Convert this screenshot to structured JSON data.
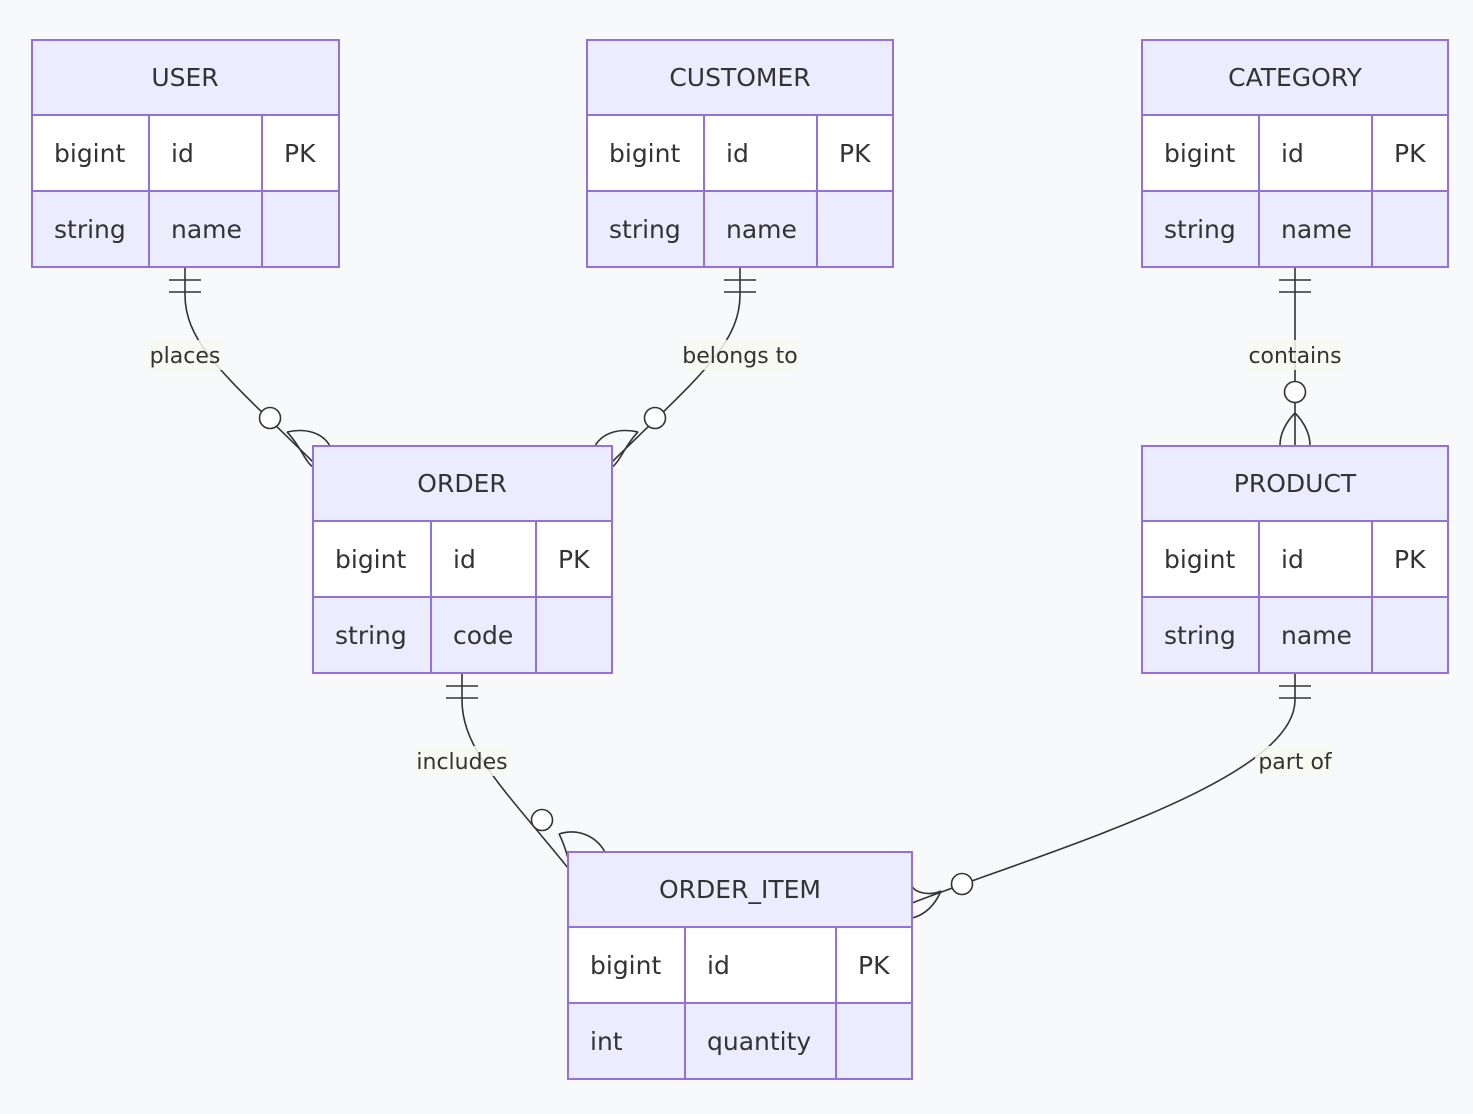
{
  "entities": [
    {
      "id": "user",
      "name": "USER",
      "attributes": [
        {
          "type": "bigint",
          "name": "id",
          "key": "PK"
        },
        {
          "type": "string",
          "name": "name",
          "key": ""
        }
      ]
    },
    {
      "id": "customer",
      "name": "CUSTOMER",
      "attributes": [
        {
          "type": "bigint",
          "name": "id",
          "key": "PK"
        },
        {
          "type": "string",
          "name": "name",
          "key": ""
        }
      ]
    },
    {
      "id": "category",
      "name": "CATEGORY",
      "attributes": [
        {
          "type": "bigint",
          "name": "id",
          "key": "PK"
        },
        {
          "type": "string",
          "name": "name",
          "key": ""
        }
      ]
    },
    {
      "id": "order",
      "name": "ORDER",
      "attributes": [
        {
          "type": "bigint",
          "name": "id",
          "key": "PK"
        },
        {
          "type": "string",
          "name": "code",
          "key": ""
        }
      ]
    },
    {
      "id": "product",
      "name": "PRODUCT",
      "attributes": [
        {
          "type": "bigint",
          "name": "id",
          "key": "PK"
        },
        {
          "type": "string",
          "name": "name",
          "key": ""
        }
      ]
    },
    {
      "id": "order-item",
      "name": "ORDER_ITEM",
      "attributes": [
        {
          "type": "bigint",
          "name": "id",
          "key": "PK"
        },
        {
          "type": "int",
          "name": "quantity",
          "key": ""
        }
      ]
    }
  ],
  "relationships": [
    {
      "from": "USER",
      "to": "ORDER",
      "label": "places",
      "from_cardinality": "exactly-one",
      "to_cardinality": "zero-or-more"
    },
    {
      "from": "CUSTOMER",
      "to": "ORDER",
      "label": "belongs to",
      "from_cardinality": "exactly-one",
      "to_cardinality": "zero-or-more"
    },
    {
      "from": "CATEGORY",
      "to": "PRODUCT",
      "label": "contains",
      "from_cardinality": "exactly-one",
      "to_cardinality": "zero-or-more"
    },
    {
      "from": "ORDER",
      "to": "ORDER_ITEM",
      "label": "includes",
      "from_cardinality": "exactly-one",
      "to_cardinality": "zero-or-more"
    },
    {
      "from": "PRODUCT",
      "to": "ORDER_ITEM",
      "label": "part of",
      "from_cardinality": "exactly-one",
      "to_cardinality": "zero-or-more"
    }
  ],
  "colors": {
    "background": "#f8f9fa",
    "entity_fill": "#ececff",
    "entity_border": "#9370db",
    "row_alt": "#ffffff",
    "line": "#333333",
    "text": "#333333"
  }
}
